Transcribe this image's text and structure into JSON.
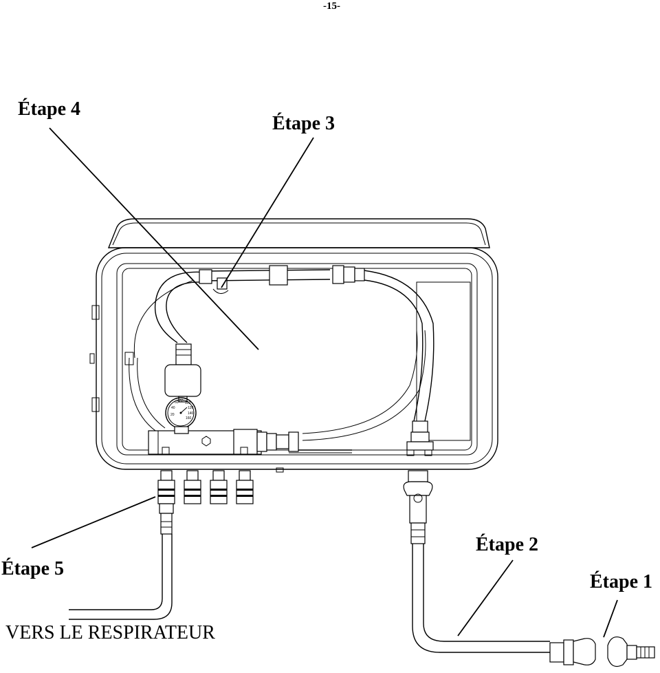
{
  "page_number": "-15-",
  "labels": {
    "step1": "Étape 1",
    "step2": "Étape 2",
    "step3": "Étape 3",
    "step4": "Étape 4",
    "step5": "Étape 5"
  },
  "to_respirator": "VERS LE RESPIRATEUR",
  "gauge": {
    "ticks": [
      "20",
      "40",
      "60",
      "80",
      "100",
      "120",
      "140",
      "160"
    ]
  }
}
